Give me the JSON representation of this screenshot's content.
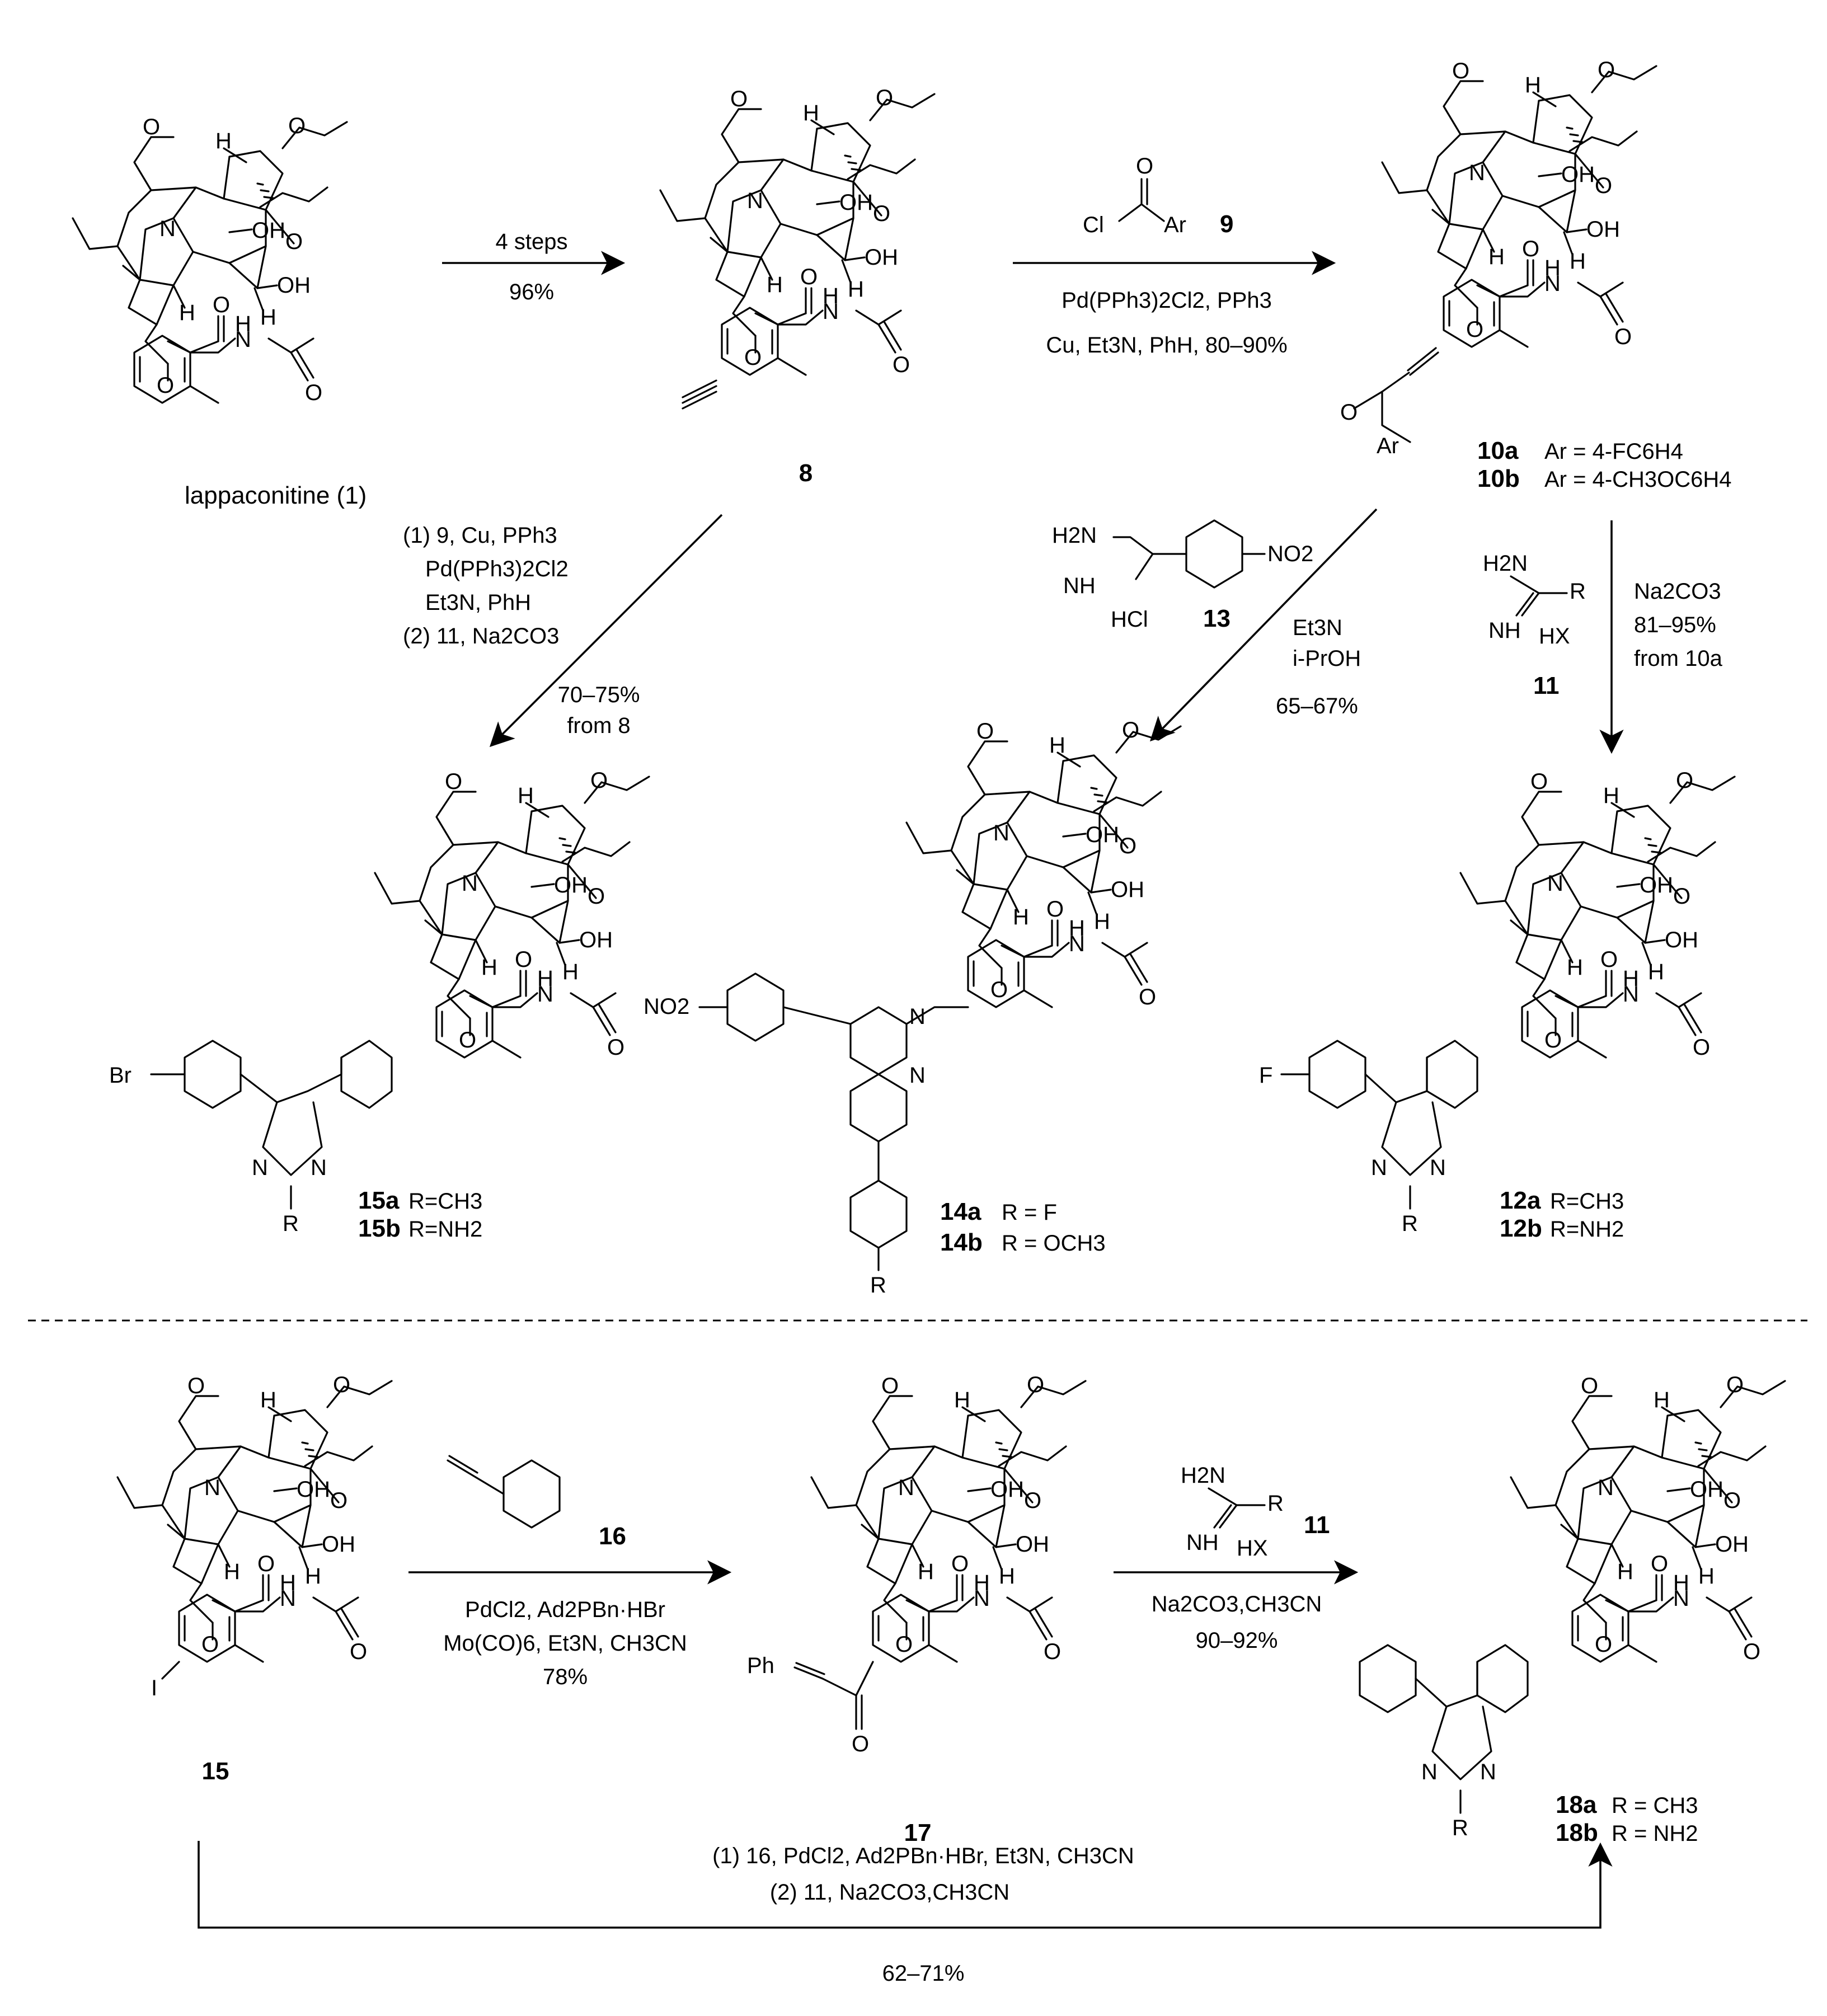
{
  "compounds": [
    {
      "id": "lappaconitine",
      "label": "lappaconitine (1)",
      "core": "plain"
    },
    {
      "id": "c8",
      "label": "8",
      "core": "ethynyl"
    },
    {
      "id": "c10",
      "label": "",
      "core": "ynone"
    },
    {
      "id": "c15a",
      "label": "15a",
      "core": "pyrimidine-br"
    },
    {
      "id": "c14",
      "label": "",
      "core": "pyrimidine-no2"
    },
    {
      "id": "c12",
      "label": "",
      "core": "pyrimidine-f"
    },
    {
      "id": "c15",
      "label": "15",
      "core": "iodo"
    },
    {
      "id": "c17",
      "label": "17",
      "core": "ynone-ph"
    },
    {
      "id": "c18",
      "label": "",
      "core": "pyrimidine-ph"
    }
  ],
  "variants": {
    "c10": [
      {
        "num": "10a",
        "text": "Ar = 4-FC6H4"
      },
      {
        "num": "10b",
        "text": "Ar = 4-CH3OC6H4"
      }
    ],
    "c15a": [
      {
        "num": "15a",
        "text": "R=CH3"
      },
      {
        "num": "15b",
        "text": "R=NH2"
      }
    ],
    "c14": [
      {
        "num": "14a",
        "text": "R = F"
      },
      {
        "num": "14b",
        "text": "R = OCH3"
      }
    ],
    "c12": [
      {
        "num": "12a",
        "text": "R=CH3"
      },
      {
        "num": "12b",
        "text": "R=NH2"
      }
    ],
    "c18": [
      {
        "num": "18a",
        "text": "R = CH3"
      },
      {
        "num": "18b",
        "text": "R = NH2"
      }
    ]
  },
  "reagents": {
    "step1": {
      "above": "4 steps",
      "below": "96%"
    },
    "step2": {
      "reagent_num": "9",
      "line1": "Pd(PPh3)2Cl2, PPh3",
      "line2": "Cu, Et3N, PhH, 80–90%"
    },
    "step3": {
      "line1": "(1) 9, Cu, PPh3",
      "line2": "Pd(PPh3)2Cl2",
      "line3": "Et3N, PhH",
      "line4": "(2) 11, Na2CO3",
      "yield": "70–75%",
      "from": "from 8"
    },
    "step4": {
      "reagent_num": "13",
      "salt": "HCl",
      "line1": "Et3N",
      "line2": "i-PrOH",
      "yield": "65–67%"
    },
    "step5": {
      "reagent_num": "11",
      "salt": "HX",
      "line1": "Na2CO3",
      "line2": "81–95%",
      "line3": "from 10a"
    },
    "step6": {
      "reagent_num": "16",
      "line1": "PdCl2, Ad2PBn·HBr",
      "line2": "Mo(CO)6, Et3N, CH3CN",
      "yield": "78%"
    },
    "step7": {
      "reagent_num": "11",
      "salt": "HX",
      "line1": "Na2CO3,CH3CN",
      "yield": "90–92%"
    },
    "step8": {
      "line1": "(1) 16, PdCl2, Ad2PBn·HBr, Et3N, CH3CN",
      "line2": "(2) 11, Na2CO3,CH3CN",
      "yield": "62–71%"
    }
  },
  "atom_labels": {
    "oh": "OH",
    "h": "H",
    "n": "N",
    "o": "O",
    "nh": "NH",
    "r": "R",
    "ar": "Ar",
    "cl": "Cl",
    "br": "Br",
    "f": "F",
    "i": "I",
    "ph": "Ph",
    "no2": "NO2",
    "h2n": "H2N"
  }
}
